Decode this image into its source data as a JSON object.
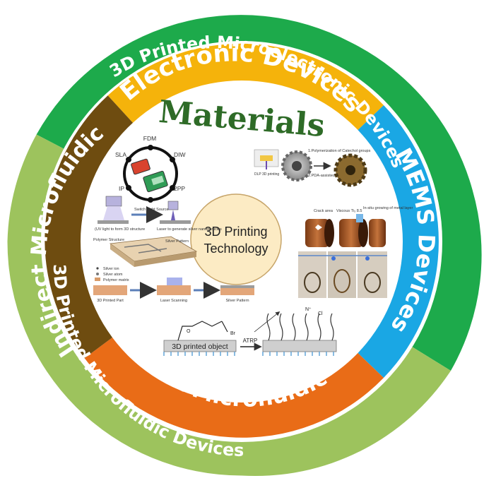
{
  "outer_ring": {
    "top_right": "3D Printed Microelectronic Devices",
    "bottom_left": "3D Printed Microfluidic Devices"
  },
  "inner_ring": {
    "top": "Electronic Devices",
    "right": "MEMS Devices",
    "bottom": "Direct Microfluidic",
    "left": "Indirect Microfluidic"
  },
  "center": {
    "title": "Materials",
    "hub_line1": "3D Printing",
    "hub_line2": "Technology"
  },
  "printer_diagram": {
    "labels": [
      "FDM",
      "SLA",
      "DIW",
      "IP",
      "2PP"
    ]
  },
  "silver_process": {
    "uv_label": "(UV light to form 3D structure",
    "switch_label": "Switch Light Source",
    "laser_label": "Laser to generate silver nanoparticles",
    "polymer_label": "Polymer Structure",
    "silver_pattern": "Silver Pattern",
    "legend": [
      "Silver ion",
      "Silver atom",
      "Polymer matrix"
    ],
    "steps": [
      "3D Printed Part",
      "Laser Scanning",
      "Silver Pattern"
    ]
  },
  "gear_panel": {
    "printing": "DLP 3D printing",
    "step1": "1.Polymerization of Catechol groups",
    "step2": "2.PDA-assisted Metallization"
  },
  "mems_panel": {
    "labels": [
      "Crack area",
      "Viscous Ti₃ 8.5",
      "In-situ growing of metal layer"
    ]
  },
  "atrp_panel": {
    "object_label": "3D printed object",
    "arrow_label": "ATRP",
    "br": "Br",
    "cl": "Cl",
    "n_plus": "N⁺",
    "o": "O"
  },
  "colors": {
    "microelectronic_ring": "#1daa4b",
    "microfluidic_ring": "#9dc35d",
    "electronic": "#f5b30b",
    "mems": "#1aa7e4",
    "direct": "#e96c17",
    "indirect": "#6e4c10",
    "materials_text": "#2e6b27",
    "hub_fill": "#fcebc4",
    "hub_stroke": "#c7a56a"
  }
}
